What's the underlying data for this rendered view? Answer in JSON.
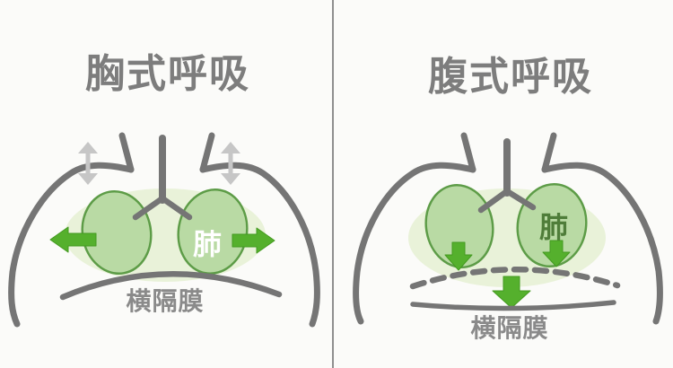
{
  "panels": {
    "left": {
      "title": "胸式呼吸",
      "lung_label": "肺",
      "diaphragm_label": "横隔膜"
    },
    "right": {
      "title": "腹式呼吸",
      "lung_label": "肺",
      "diaphragm_label": "横隔膜"
    }
  },
  "colors": {
    "background": "#fbfbf9",
    "divider_gray": "#8f8f8f",
    "outline_gray": "#757575",
    "title_gray": "#7d7d7d",
    "label_gray": "#8a8a8a",
    "lung_fill": "#b9daa4",
    "lung_stroke": "#5d9c47",
    "halo_green": "#e9f2d9",
    "arrow_green": "#55b02d",
    "arrow_green_dark": "#449a21",
    "muted_arrow_gray": "#c6c6c6",
    "lung_text_left": "#ffffff",
    "lung_text_right": "#4f7d3a"
  }
}
